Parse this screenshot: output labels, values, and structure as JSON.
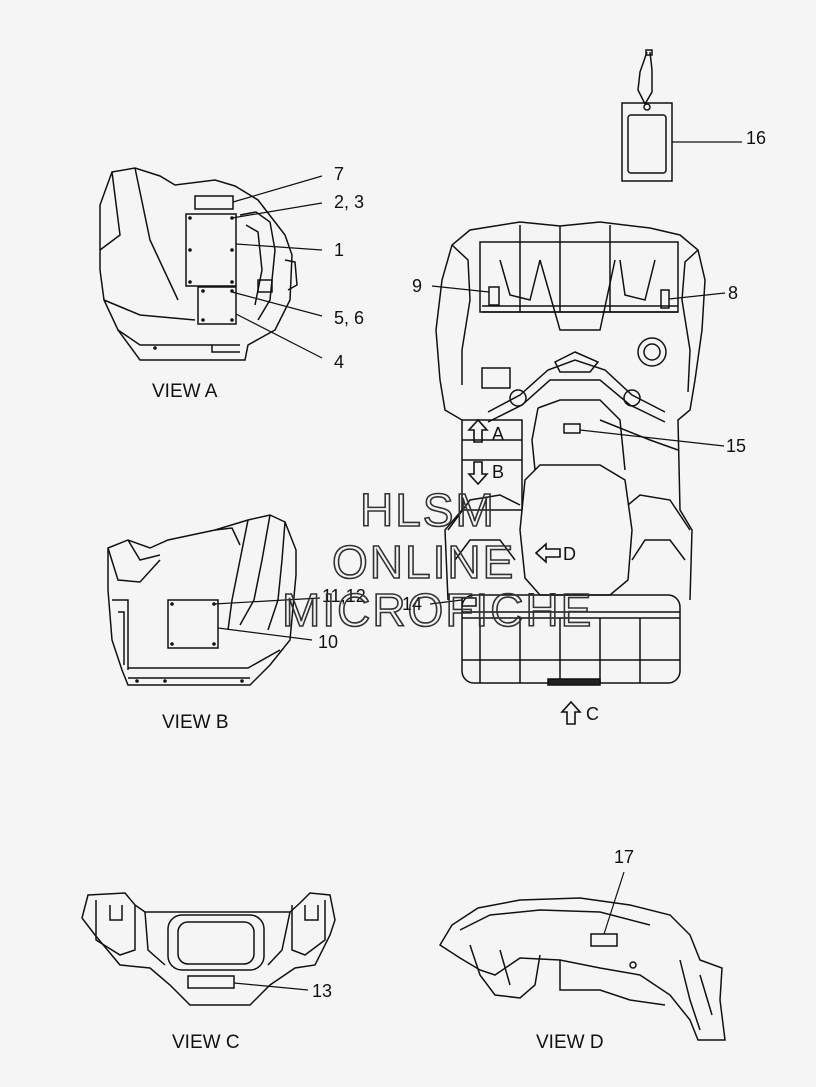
{
  "views": {
    "a": "VIEW A",
    "b": "VIEW B",
    "c": "VIEW C",
    "d": "VIEW D"
  },
  "callouts": {
    "n1": "1",
    "n23": "2, 3",
    "n4": "4",
    "n56": "5, 6",
    "n7": "7",
    "n8": "8",
    "n9": "9",
    "n10": "10",
    "n1112": "11,12",
    "n13": "13",
    "n14": "14",
    "n15": "15",
    "n16": "16",
    "n17": "17"
  },
  "arrows": {
    "a": "A",
    "b": "B",
    "c": "C",
    "d": "D"
  },
  "watermark": {
    "line1": "HLSM",
    "line2": "ONLINE",
    "line3": "MICROFICHE"
  }
}
